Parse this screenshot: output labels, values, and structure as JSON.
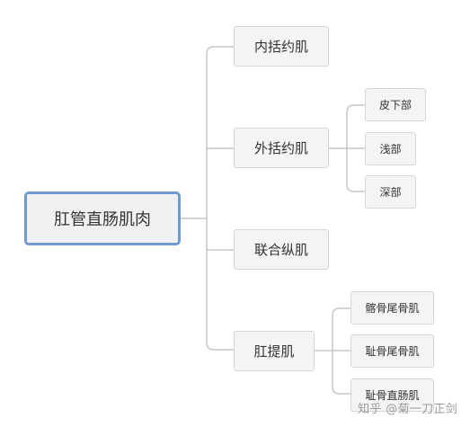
{
  "root": {
    "label": "肛管直肠肌肉"
  },
  "branches": [
    {
      "label": "内括约肌",
      "children": []
    },
    {
      "label": "外括约肌",
      "children": [
        "皮下部",
        "浅部",
        "深部"
      ]
    },
    {
      "label": "联合纵肌",
      "children": []
    },
    {
      "label": "肛提肌",
      "children": [
        "髂骨尾骨肌",
        "耻骨尾骨肌",
        "耻骨直肠肌"
      ]
    }
  ],
  "watermark": "知乎 @菊一刀正剑",
  "colors": {
    "connector": "#c4c4c4",
    "root_border": "#6f9ad0",
    "node_fill": "#f4f4f4"
  }
}
